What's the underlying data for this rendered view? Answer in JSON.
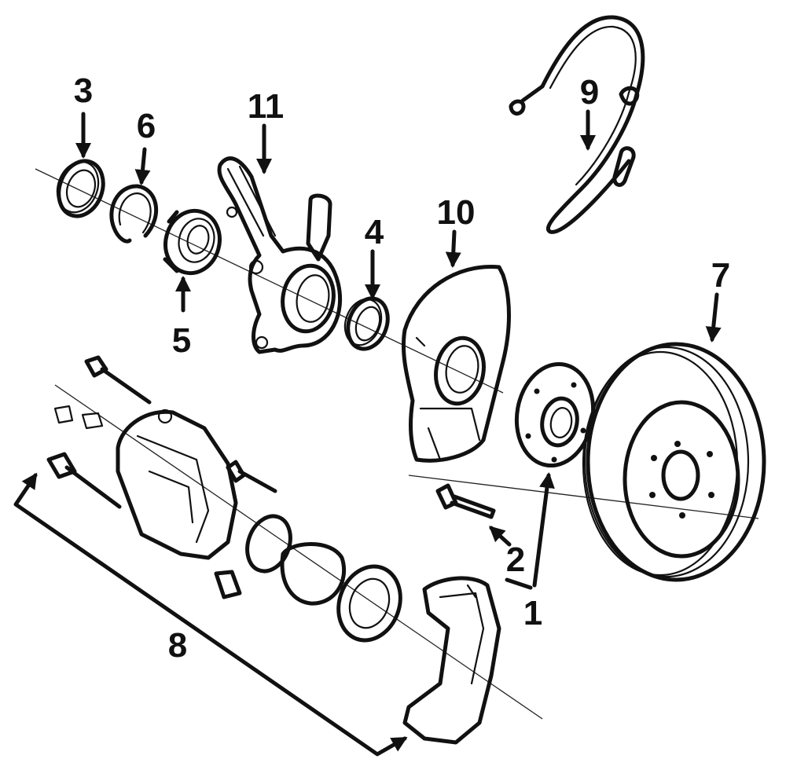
{
  "callouts": {
    "c1": "1",
    "c2": "2",
    "c3": "3",
    "c4": "4",
    "c5": "5",
    "c6": "6",
    "c7": "7",
    "c8": "8",
    "c9": "9",
    "c10": "10",
    "c11": "11"
  },
  "colors": {
    "ink": "#111111",
    "background": "#ffffff"
  }
}
